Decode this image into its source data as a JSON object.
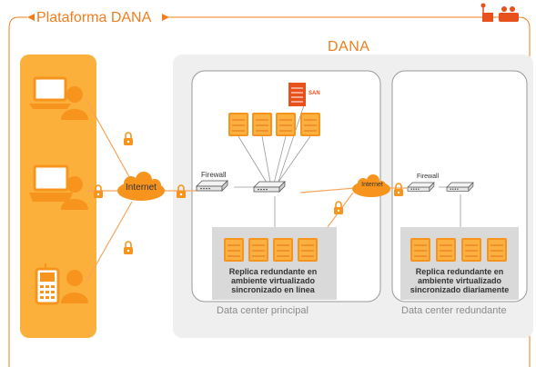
{
  "header": {
    "title": "Plataforma DANA"
  },
  "dana": {
    "label": "DANA"
  },
  "internet": {
    "main_label": "Internet",
    "secondary_label": "Internet"
  },
  "principal": {
    "name": "Data center principal",
    "firewall_label": "Firewall",
    "san_label": "SAN",
    "replica_text": "Replica redundante en ambiente virtualizado sincronizado en linea"
  },
  "redundante": {
    "name": "Data center redundante",
    "firewall_label": "Firewall",
    "replica_text": "Replica redundante en ambiente virtualizado sincronizado diariamente"
  },
  "clients": [
    "laptop-user",
    "desktop-user",
    "mobile-user"
  ],
  "colors": {
    "accent": "#f07e1c",
    "client_panel": "#fbb03b",
    "dana_panel": "#efefef",
    "server": "#f7941d",
    "vm_panel": "#d9d9d9"
  }
}
